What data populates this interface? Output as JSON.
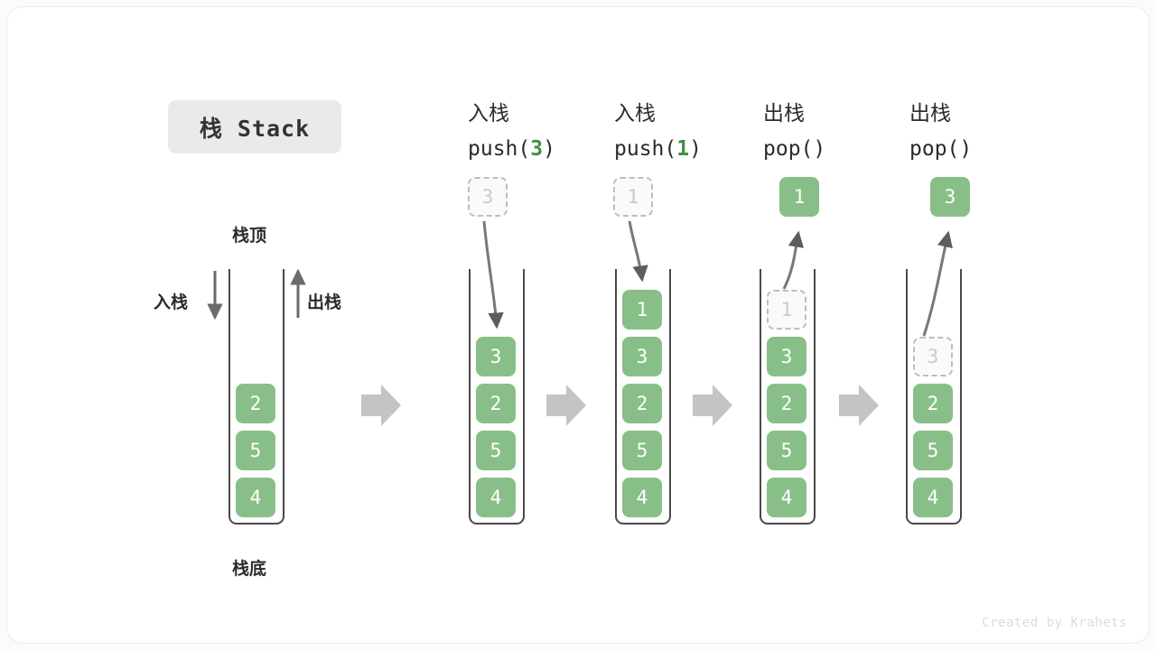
{
  "title_badge": {
    "label": "栈 Stack"
  },
  "footer": {
    "credit": "Created by Krahets"
  },
  "labels": {
    "top": "栈顶",
    "bottom": "栈底",
    "push_side": "入栈",
    "pop_side": "出栈"
  },
  "colors": {
    "cell_fill": "#88bf88",
    "cell_text": "#ffffff",
    "ghost_border": "#bdbdbd",
    "ghost_text": "#c9c9c9",
    "code_accent": "#3f9142",
    "arrow_gray": "#c4c4c4",
    "wall": "#4a4a4a",
    "badge_bg": "#eaeaea"
  },
  "steps": [
    {
      "id": "initial",
      "heading_cn": "",
      "heading_code": "",
      "heading_arg": "",
      "cells": [
        "2",
        "5",
        "4"
      ],
      "float_cell": null,
      "float_state": null
    },
    {
      "id": "push-3",
      "heading_cn": "入栈",
      "heading_code_prefix": "push(",
      "heading_arg": "3",
      "heading_code_suffix": ")",
      "cells": [
        "3",
        "2",
        "5",
        "4"
      ],
      "float_cell": "3",
      "float_state": "ghost"
    },
    {
      "id": "push-1",
      "heading_cn": "入栈",
      "heading_code_prefix": "push(",
      "heading_arg": "1",
      "heading_code_suffix": ")",
      "cells": [
        "1",
        "3",
        "2",
        "5",
        "4"
      ],
      "float_cell": "1",
      "float_state": "ghost"
    },
    {
      "id": "pop-1",
      "heading_cn": "出栈",
      "heading_code_prefix": "pop(",
      "heading_arg": "",
      "heading_code_suffix": ")",
      "cells": [
        "1",
        "3",
        "2",
        "5",
        "4"
      ],
      "ghost_index": 0,
      "float_cell": "1",
      "float_state": "filled"
    },
    {
      "id": "pop-3",
      "heading_cn": "出栈",
      "heading_code_prefix": "pop(",
      "heading_arg": "",
      "heading_code_suffix": ")",
      "cells": [
        "3",
        "2",
        "5",
        "4"
      ],
      "ghost_index": 0,
      "float_cell": "3",
      "float_state": "filled"
    }
  ]
}
